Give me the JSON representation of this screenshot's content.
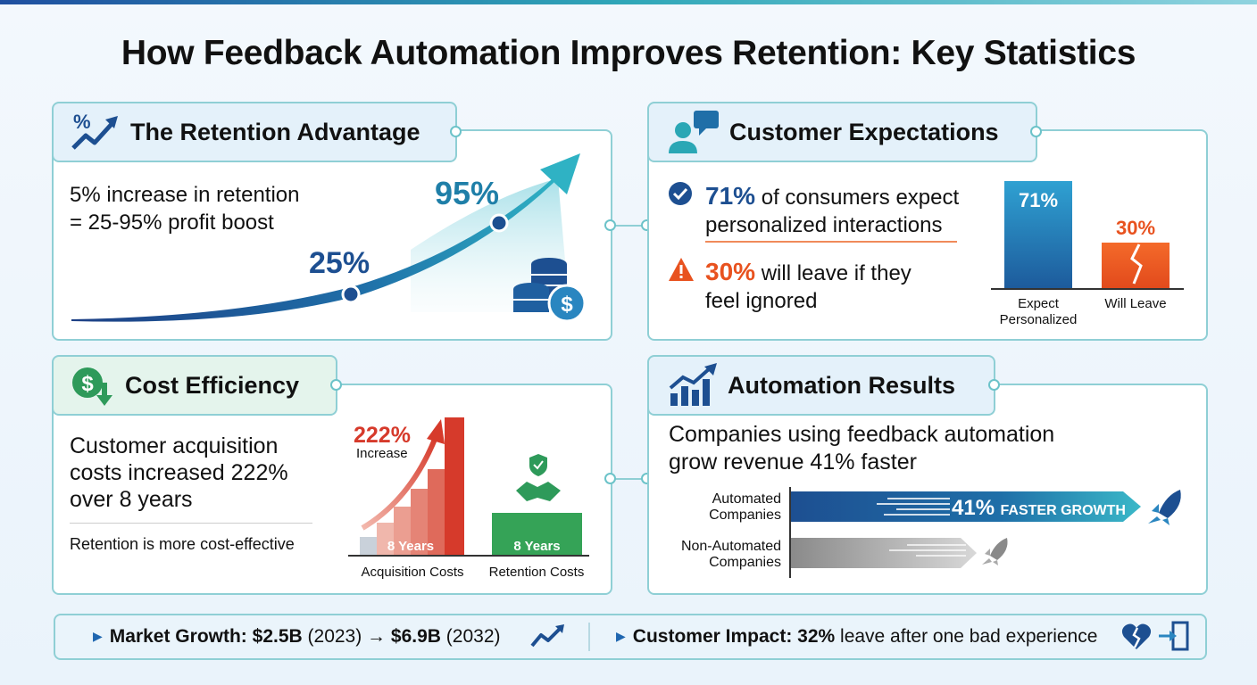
{
  "title": "How Feedback Automation Improves Retention: Key Statistics",
  "retention": {
    "heading": "The Retention Advantage",
    "line1": "5% increase in retention",
    "line2": "= 25-95% profit boost",
    "label_low": "25%",
    "label_high": "95%",
    "icon": "percent-trend-icon"
  },
  "expectations": {
    "heading": "Customer Expectations",
    "stat1_value": "71%",
    "stat1_text_a": " of consumers expect",
    "stat1_text_b": "personalized interactions",
    "stat2_value": "30%",
    "stat2_text_a": " will leave if they",
    "stat2_text_b": "feel ignored",
    "icon": "user-chat-icon"
  },
  "cost": {
    "heading": "Cost Efficiency",
    "line1": "Customer acquisition",
    "line2": "costs increased 222%",
    "line3": "over 8 years",
    "note": "Retention is more cost-effective",
    "increase_value": "222%",
    "increase_label": "Increase",
    "icon": "dollar-down-icon"
  },
  "automation": {
    "heading": "Automation Results",
    "line1": "Companies using feedback automation",
    "line2": "grow revenue 41% faster",
    "growth_value": "41%",
    "growth_label": "FASTER GROWTH",
    "icon": "bar-chart-trend-icon"
  },
  "bottom": {
    "market_label": "Market Growth:",
    "market_from": "$2.5B",
    "market_from_year": " (2023) → ",
    "market_to": "$6.9B",
    "market_to_year": " (2032)",
    "impact_label": "Customer Impact:",
    "impact_value": "32%",
    "impact_text": " leave after one bad experience"
  },
  "colors": {
    "navy": "#1d4f91",
    "teal": "#2fa7b8",
    "orange": "#e8521f",
    "red": "#d83a2a",
    "green": "#3aa35a"
  },
  "chart_data": [
    {
      "type": "bar",
      "categories": [
        "Expect Personalized",
        "Will Leave"
      ],
      "values": [
        71,
        30
      ],
      "value_labels": [
        "71%",
        "30%"
      ]
    },
    {
      "type": "bar",
      "categories": [
        "Acquisition Costs",
        "Retention Costs"
      ],
      "bar_labels": [
        "8 Years",
        "8 Years"
      ],
      "annotation": "222% Increase"
    },
    {
      "type": "bar",
      "categories": [
        "Automated Companies",
        "Non-Automated Companies"
      ],
      "annotation": "41% FASTER GROWTH"
    }
  ]
}
